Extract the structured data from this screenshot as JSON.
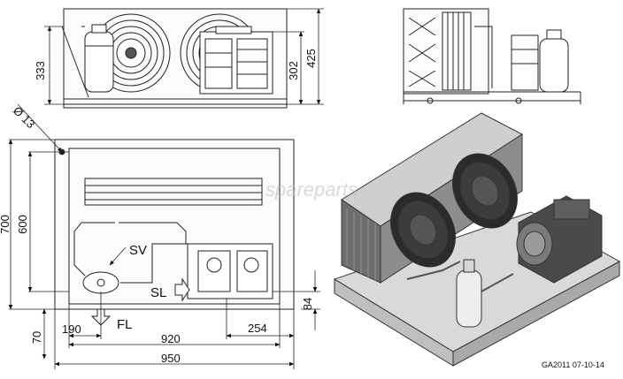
{
  "drawing": {
    "dimensions": {
      "height_total_front": "425",
      "height_body_front": "333",
      "height_compressor_front": "302",
      "hole_diameter": "Ø 13",
      "depth_total": "700",
      "depth_inner": "600",
      "base_offset": "70",
      "offset_fl": "190",
      "width_inner": "920",
      "width_total": "950",
      "offset_compressor": "254",
      "height_sl": "84"
    },
    "labels": {
      "sv": "SV",
      "sl": "SL",
      "fl": "FL"
    },
    "watermark": "spareparts",
    "reference": "GA2011 07-10-14"
  }
}
